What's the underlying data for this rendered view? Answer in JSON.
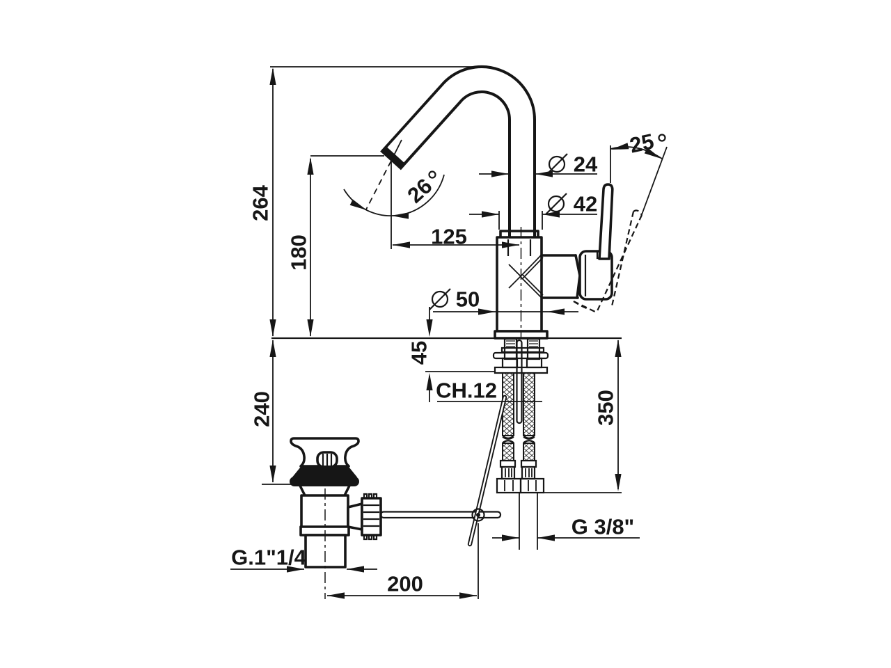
{
  "drawing": {
    "background": "#ffffff",
    "line_color": "#161616",
    "labels": {
      "dim_264": "264",
      "dim_180": "180",
      "dim_240": "240",
      "dim_45": "45",
      "dim_350": "350",
      "dim_125": "125",
      "dim_200": "200",
      "diam_24": "24",
      "diam_42": "42",
      "diam_50": "50",
      "angle_25": "25",
      "angle_26": "26",
      "hex_label": "CH.12",
      "supply_thread_label": "G 3/8\"",
      "waste_thread_label": "G.1\"1/4"
    }
  }
}
